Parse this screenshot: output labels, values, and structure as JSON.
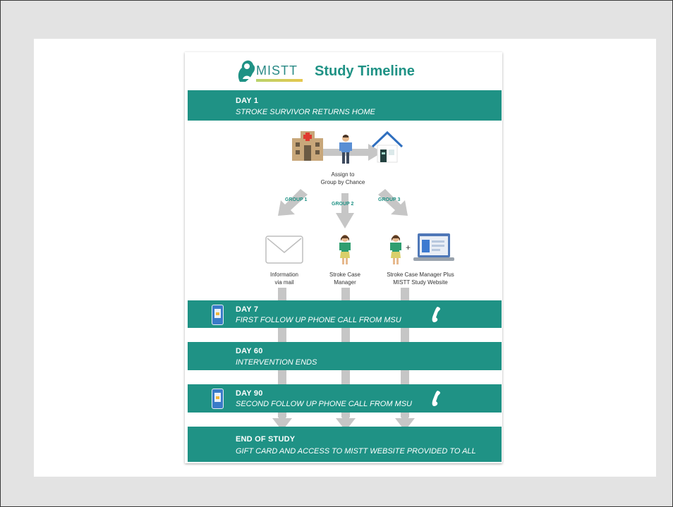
{
  "logo": {
    "text": "MISTT"
  },
  "title": "Study Timeline",
  "day1": {
    "day": "DAY 1",
    "desc": "STROKE SURVIVOR RETURNS HOME"
  },
  "assign": {
    "line1": "Assign to",
    "line2": "Group by Chance"
  },
  "groups": [
    {
      "label": "GROUP 1",
      "line1": "Information",
      "line2": "via mail"
    },
    {
      "label": "GROUP 2",
      "line1": "Stroke Case",
      "line2": "Manager"
    },
    {
      "label": "GROUP 3",
      "line1": "Stroke Case Manager Plus",
      "line2": "MISTT Study Website"
    }
  ],
  "plus_sign": "+",
  "day7": {
    "day": "DAY 7",
    "desc": "FIRST FOLLOW UP PHONE CALL FROM MSU"
  },
  "day60": {
    "day": "DAY 60",
    "desc": "INTERVENTION ENDS"
  },
  "day90": {
    "day": "DAY 90",
    "desc": "SECOND FOLLOW UP PHONE CALL FROM MSU"
  },
  "end": {
    "day": "END OF STUDY",
    "desc": "GIFT CARD AND ACCESS TO MISTT WEBSITE PROVIDED TO ALL"
  },
  "colors": {
    "teal": "#1f9285",
    "gray_arrow": "#c6c6c6",
    "phone_blue": "#3a7bc8",
    "house_blue": "#2f6fbf",
    "hospital": "#c8a77a",
    "cross_red": "#e03a2f"
  }
}
